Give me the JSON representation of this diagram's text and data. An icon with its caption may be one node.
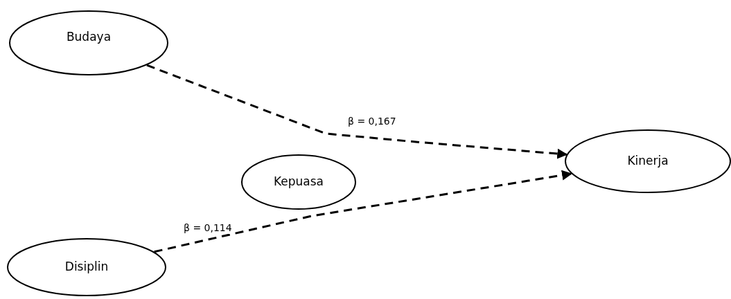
{
  "diagram": {
    "nodes": [
      {
        "text": [
          "Budaya"
        ]
      },
      {
        "text": [
          "Kepuasa"
        ]
      },
      {
        "text": [
          "Kinerja"
        ]
      },
      {
        "text": [
          "Disiplin"
        ]
      }
    ],
    "edges": [
      {
        "from": 0,
        "to": 2,
        "arrow": "to",
        "label": "β = 0,167",
        "style": "dashed"
      },
      {
        "from": 3,
        "to": 2,
        "arrow": "to",
        "label": "β = 0,114",
        "style": "dashed"
      }
    ]
  }
}
